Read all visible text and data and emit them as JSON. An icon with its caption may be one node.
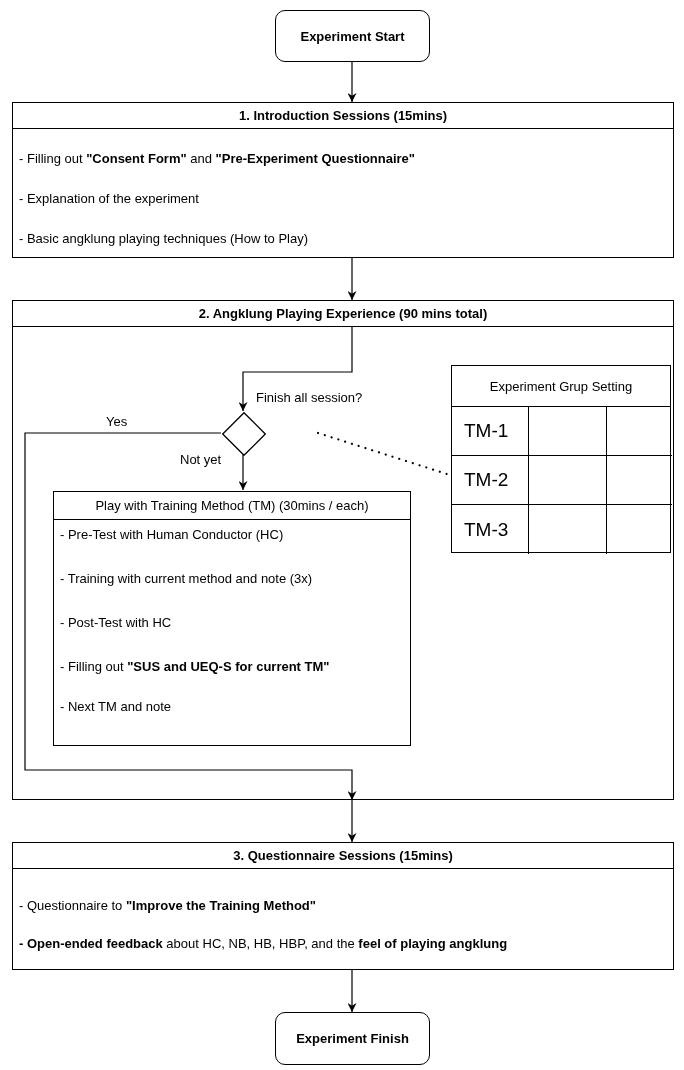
{
  "diagram": {
    "nodes": [
      {
        "text": [
          "Experiment Start"
        ]
      },
      {
        "text": [
          "1. Introduction Sessions (15mins)",
          "- Filling out **\"Consent Form\"** and **\"Pre-Experiment Questionnaire\"**",
          "- Explanation of the experiment",
          "- Basic angklung playing techniques (How to Play)"
        ]
      },
      {
        "text": [
          "2. Angklung Playing Experience (90 mins total)"
        ]
      },
      {
        "text": [
          "Finish all session?"
        ],
        "in": 2
      },
      {
        "text": [
          "Play with Training Method (TM) (30mins / each)",
          "- Pre-Test with Human Conductor (HC)",
          "- Training with current method and note (3x)",
          "- Post-Test with HC",
          "- Filling out **\"SUS and UEQ-S for current TM\"**",
          "- Next TM and note"
        ],
        "in": 2
      },
      {
        "text": [
          "Experiment Grup Setting",
          "TM-1",
          "TM-2",
          "TM-3"
        ],
        "in": 2
      },
      {
        "text": [
          "3. Questionnaire Sessions (15mins)",
          "- Questionnaire to **\"Improve the Training Method\"**",
          "**- Open-ended feedback** about HC, NB, HB, HBP, and the **feel of playing angklung**"
        ]
      },
      {
        "text": [
          "Experiment Finish"
        ]
      }
    ],
    "edges": [
      {
        "from": 0,
        "to": 1,
        "arrow": "to"
      },
      {
        "from": 1,
        "to": 2,
        "arrow": "to"
      },
      {
        "from": 2,
        "to": 3,
        "arrow": "to"
      },
      {
        "from": 3,
        "to": 2,
        "arrow": "to",
        "label": "Yes"
      },
      {
        "from": 3,
        "to": 4,
        "arrow": "to",
        "label": "Not yet"
      },
      {
        "from": 3,
        "to": 5,
        "arrow": "none",
        "style": "dashed"
      },
      {
        "from": 2,
        "to": 6,
        "arrow": "to"
      },
      {
        "from": 6,
        "to": 7,
        "arrow": "to"
      }
    ]
  }
}
